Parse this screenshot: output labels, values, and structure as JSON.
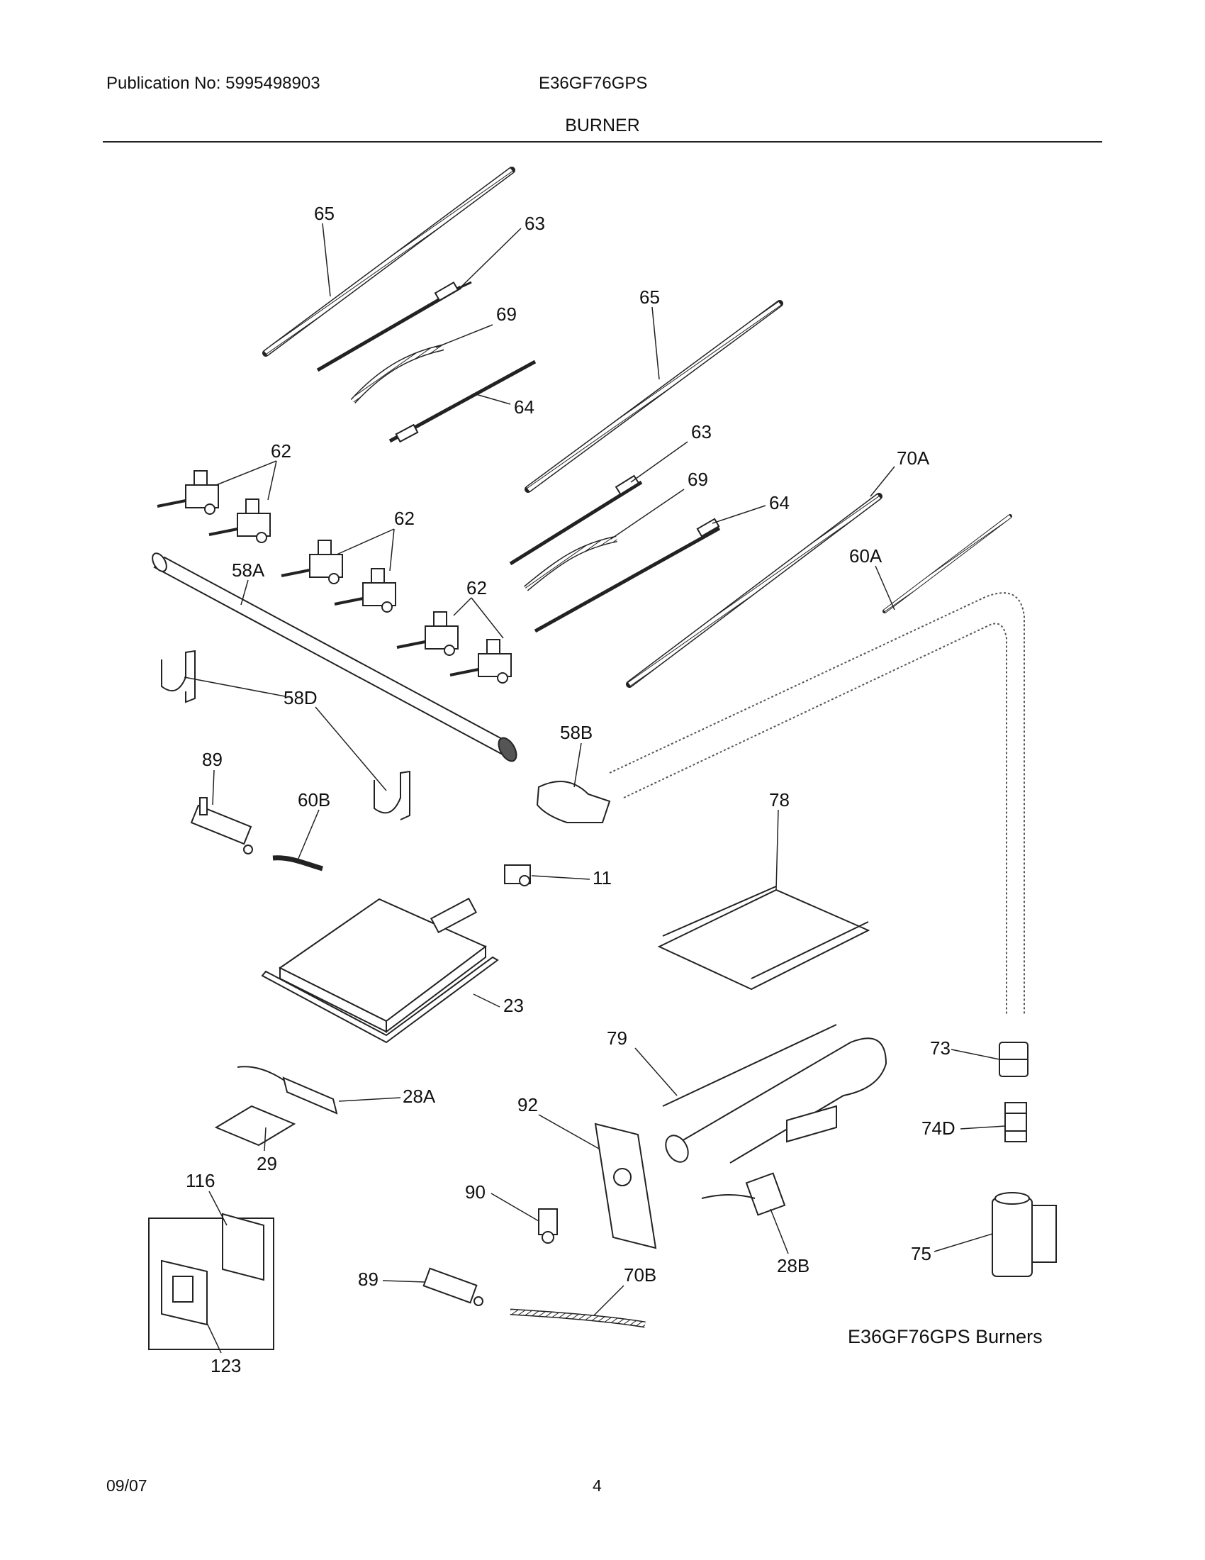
{
  "header": {
    "publication": "Publication No: 5995498903",
    "model": "E36GF76GPS",
    "section": "BURNER"
  },
  "diagram": {
    "caption": "E36GF76GPS Burners",
    "part_labels": [
      "65",
      "63",
      "69",
      "64",
      "65",
      "63",
      "69",
      "64",
      "70A",
      "62",
      "62",
      "62",
      "58A",
      "60A",
      "58D",
      "58B",
      "89",
      "60B",
      "78",
      "11",
      "23",
      "79",
      "73",
      "28A",
      "74D",
      "92",
      "29",
      "116",
      "90",
      "28B",
      "75",
      "89",
      "70B",
      "123"
    ]
  },
  "footer": {
    "date": "09/07",
    "page": "4"
  }
}
